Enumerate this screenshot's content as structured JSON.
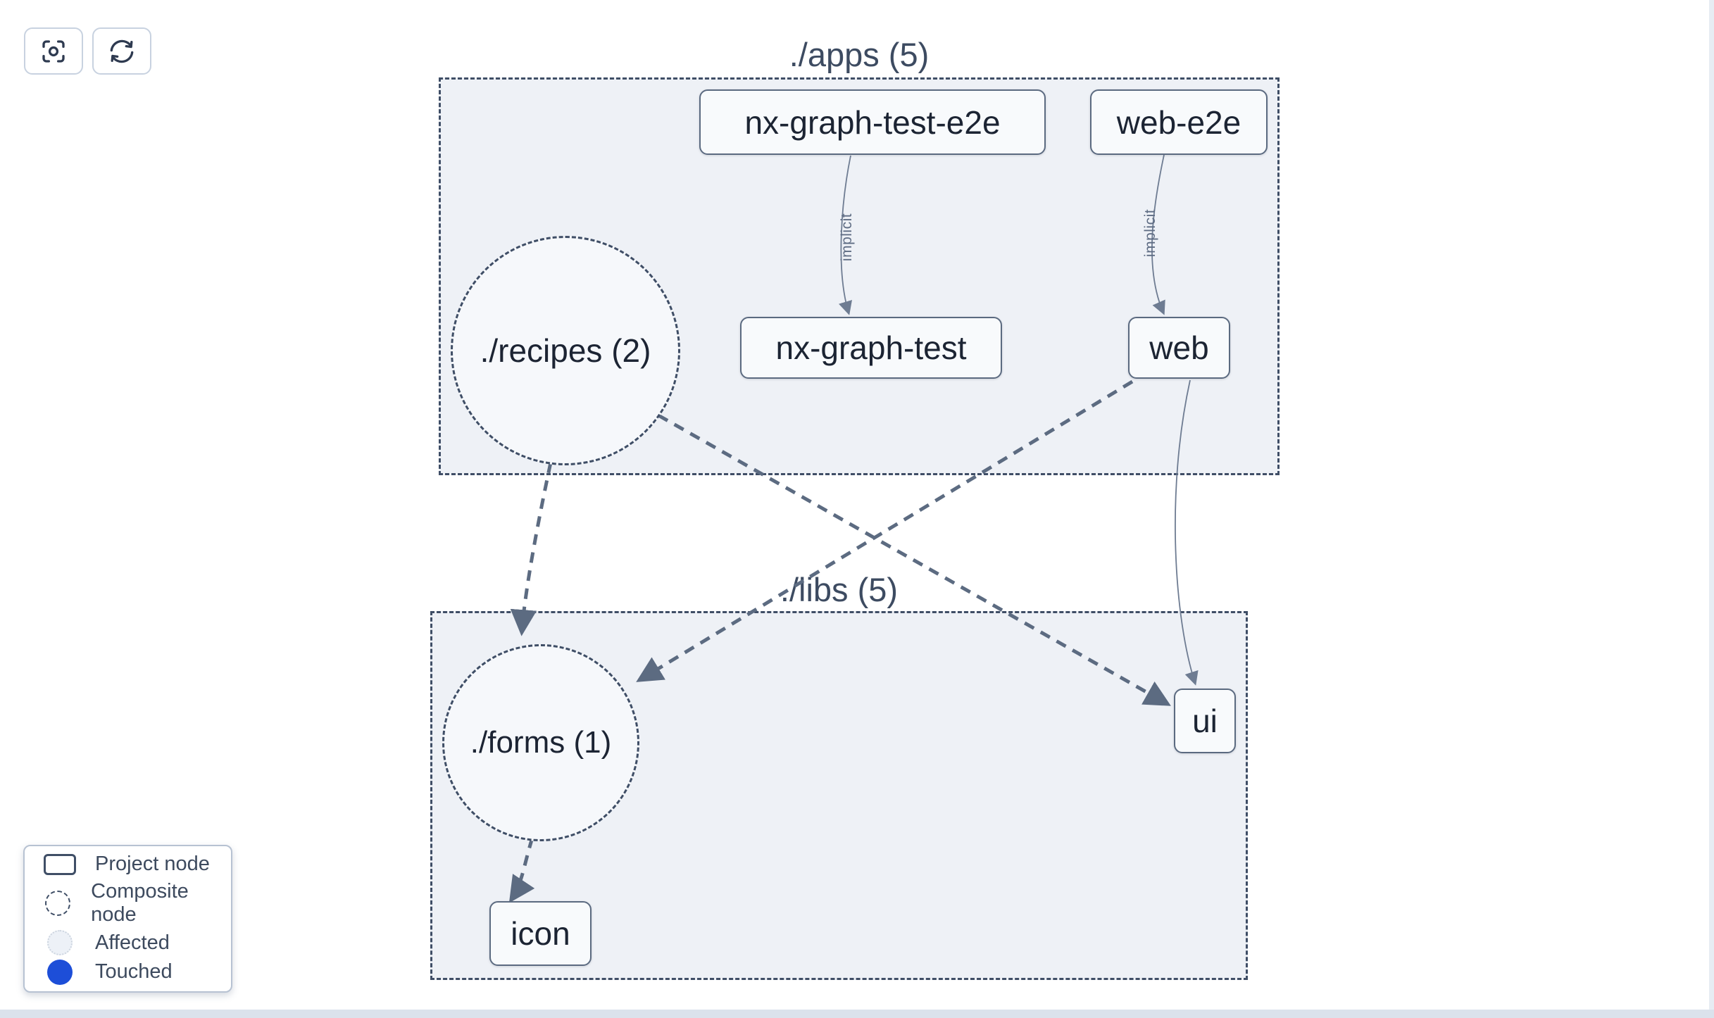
{
  "toolbar": {
    "buttons": [
      {
        "id": "focus",
        "icon": "focus-target-icon"
      },
      {
        "id": "refresh",
        "icon": "refresh-icon"
      }
    ]
  },
  "graph": {
    "groups": [
      {
        "id": "apps",
        "label": "./apps (5)"
      },
      {
        "id": "libs",
        "label": "./libs (5)"
      }
    ],
    "composite_nodes": [
      {
        "id": "recipes",
        "label": "./recipes (2)",
        "group": "apps"
      },
      {
        "id": "forms",
        "label": "./forms (1)",
        "group": "libs"
      }
    ],
    "project_nodes": [
      {
        "id": "nx-graph-test-e2e",
        "label": "nx-graph-test-e2e",
        "group": "apps"
      },
      {
        "id": "web-e2e",
        "label": "web-e2e",
        "group": "apps"
      },
      {
        "id": "nx-graph-test",
        "label": "nx-graph-test",
        "group": "apps"
      },
      {
        "id": "web",
        "label": "web",
        "group": "apps"
      },
      {
        "id": "ui",
        "label": "ui",
        "group": "libs"
      },
      {
        "id": "icon",
        "label": "icon",
        "group": "libs"
      }
    ],
    "edges": [
      {
        "from": "nx-graph-test-e2e",
        "to": "nx-graph-test",
        "label": "implicit",
        "style": "solid"
      },
      {
        "from": "web-e2e",
        "to": "web",
        "label": "implicit",
        "style": "solid"
      },
      {
        "from": "web",
        "to": "ui",
        "label": "",
        "style": "solid"
      },
      {
        "from": "./recipes",
        "to": "./forms",
        "label": "",
        "style": "dashed"
      },
      {
        "from": "./recipes",
        "to": "ui",
        "label": "",
        "style": "dashed"
      },
      {
        "from": "web",
        "to": "./forms",
        "label": "",
        "style": "dashed"
      },
      {
        "from": "./forms",
        "to": "icon",
        "label": "",
        "style": "dashed"
      }
    ]
  },
  "legend": {
    "items": [
      {
        "label": "Project node",
        "swatch": "project-rect"
      },
      {
        "label": "Composite node",
        "swatch": "composite-dashed-circle"
      },
      {
        "label": "Affected",
        "swatch": "affected-circle"
      },
      {
        "label": "Touched",
        "swatch": "touched-circle"
      }
    ]
  },
  "colors": {
    "group_fill": "#eef1f6",
    "group_border": "#3f4e66",
    "node_fill": "#f8fafc",
    "node_border": "#5b6a80",
    "node_text": "#1c2433",
    "edge_dashed": "#5c6b81",
    "edge_solid": "#6e7c92",
    "touched_blue": "#1d4ed8",
    "affected_fill": "#edf1f7"
  }
}
